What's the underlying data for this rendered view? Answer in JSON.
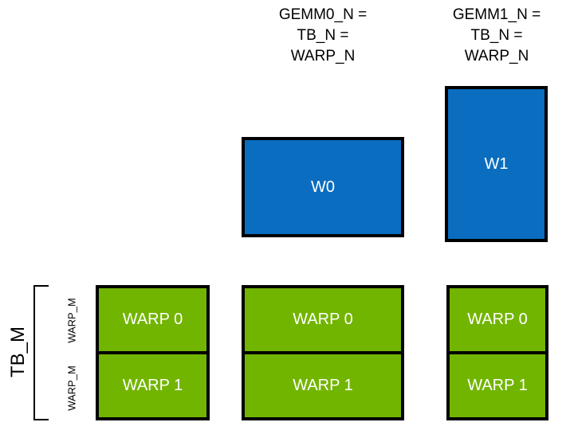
{
  "diagram": {
    "title_headers": [
      {
        "id": "gemm0",
        "text": "GEMM0_N =\nTB_N =\nWARP_N"
      },
      {
        "id": "gemm1",
        "text": "GEMM1_N =\nTB_N =\nWARP_N"
      }
    ],
    "blue_tiles": [
      {
        "id": "w0",
        "label": "W0"
      },
      {
        "id": "w1",
        "label": "W1"
      }
    ],
    "green_columns": [
      {
        "id": "col0",
        "cells": [
          {
            "label": "WARP 0"
          },
          {
            "label": "WARP 1"
          }
        ]
      },
      {
        "id": "col1",
        "cells": [
          {
            "label": "WARP 0"
          },
          {
            "label": "WARP 1"
          }
        ]
      },
      {
        "id": "col2",
        "cells": [
          {
            "label": "WARP 0"
          },
          {
            "label": "WARP 1"
          }
        ]
      }
    ],
    "left_annotations": {
      "tb_m": "TB_M",
      "warp_m_top": "WARP_M",
      "warp_m_bottom": "WARP_M"
    },
    "colors": {
      "blue": "#0A6DC0",
      "green": "#72B500",
      "border": "#000000",
      "text_on_fill": "#FFFFFF",
      "background": "#FFFFFF"
    }
  }
}
